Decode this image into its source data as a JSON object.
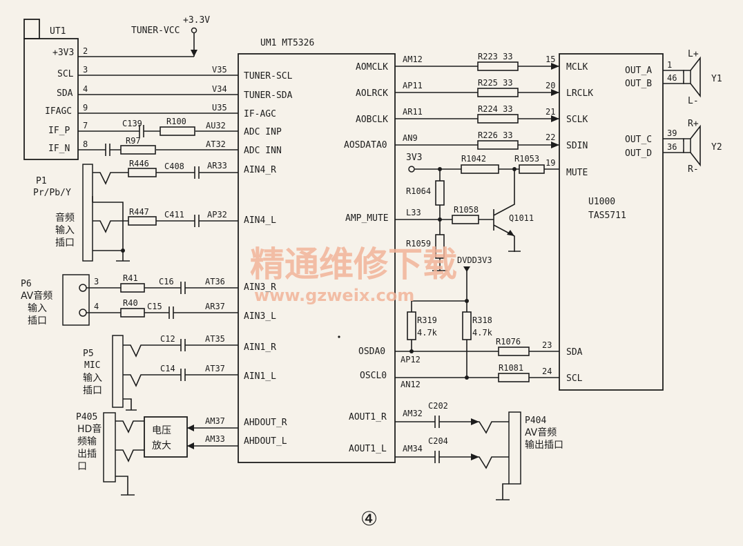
{
  "ut1": {
    "ref": "UT1",
    "supply": "TUNER-VCC",
    "supply_voltage": "+3.3V",
    "pins": [
      {
        "name": "+3V3",
        "num": "2"
      },
      {
        "name": "SCL",
        "num": "3",
        "ball": "V35"
      },
      {
        "name": "SDA",
        "num": "4",
        "ball": "V34"
      },
      {
        "name": "IFAGC",
        "num": "9",
        "ball": "U35"
      },
      {
        "name": "IF_P",
        "num": "7",
        "ball": "AU32"
      },
      {
        "name": "IF_N",
        "num": "8",
        "ball": "AT32"
      }
    ],
    "parts": [
      "C139",
      "R100",
      "R97"
    ]
  },
  "um1": {
    "title": "UM1 MT5326",
    "left_pins": [
      "TUNER-SCL",
      "TUNER-SDA",
      "IF-AGC",
      "ADC INP",
      "ADC INN",
      "AIN4_R",
      "AIN4_L",
      "AIN3_R",
      "AIN3_L",
      "AIN1_R",
      "AIN1_L",
      "AHDOUT_R",
      "AHDOUT_L"
    ],
    "right_pins": [
      "AOMCLK",
      "AOLRCK",
      "AOBCLK",
      "AOSDATA0",
      "AMP_MUTE",
      "OSDA0",
      "OSCL0",
      "AOUT1_R",
      "AOUT1_L"
    ],
    "right_balls": [
      "AM12",
      "AP11",
      "AR11",
      "AN9",
      "L33",
      "AP12",
      "AN12",
      "AM32",
      "AM34"
    ]
  },
  "inputs": {
    "p1": {
      "ref": "P1",
      "type": "Pr/Pb/Y",
      "desc": [
        "音频",
        "输入",
        "插口"
      ],
      "parts": [
        "R446",
        "C408",
        "R447",
        "C411"
      ],
      "balls": [
        "AR33",
        "AP32"
      ]
    },
    "p6": {
      "ref": "P6",
      "desc": [
        "AV音频",
        "输入",
        "插口"
      ],
      "pins": [
        "3",
        "4"
      ],
      "parts": [
        "R41",
        "C16",
        "R40",
        "C15"
      ],
      "balls": [
        "AT36",
        "AR37"
      ]
    },
    "p5": {
      "ref": "P5",
      "desc": [
        "MIC",
        "输入",
        "插口"
      ],
      "parts": [
        "C12",
        "C14"
      ],
      "balls": [
        "AT35",
        "AT37"
      ]
    },
    "p405": {
      "ref": "P405",
      "desc": [
        "HD音",
        "频输",
        "出插",
        "口"
      ],
      "amp": [
        "电压",
        "放大"
      ],
      "balls": [
        "AM37",
        "AM33"
      ]
    }
  },
  "amp": {
    "ref": "U1000",
    "model": "TAS5711",
    "pins": [
      {
        "name": "MCLK",
        "num": "15",
        "res": "R223 33"
      },
      {
        "name": "LRCLK",
        "num": "20",
        "res": "R225 33"
      },
      {
        "name": "SCLK",
        "num": "21",
        "res": "R224 33"
      },
      {
        "name": "SDIN",
        "num": "22",
        "res": "R226 33"
      },
      {
        "name": "MUTE",
        "num": "19"
      },
      {
        "name": "SDA",
        "num": "23",
        "res": "R1076"
      },
      {
        "name": "SCL",
        "num": "24",
        "res": "R1081"
      }
    ],
    "outputs": [
      {
        "name": "OUT_A",
        "num": "1"
      },
      {
        "name": "OUT_B",
        "num": "46"
      },
      {
        "name": "OUT_C",
        "num": "39"
      },
      {
        "name": "OUT_D",
        "num": "36"
      }
    ],
    "speakers": [
      {
        "ref": "Y1",
        "plus": "L+",
        "minus": "L-"
      },
      {
        "ref": "Y2",
        "plus": "R+",
        "minus": "R-"
      }
    ]
  },
  "mute_circuit": {
    "rail": "3V3",
    "parts": [
      "R1042",
      "R1053",
      "R1064",
      "R1058",
      "R1059"
    ],
    "transistor": "Q1011"
  },
  "pullups": {
    "rail": "DVDD3V3",
    "parts": [
      {
        "ref": "R319",
        "value": "4.7k"
      },
      {
        "ref": "R318",
        "value": "4.7k"
      }
    ]
  },
  "output_jack": {
    "ref": "P404",
    "desc": [
      "AV音频",
      "输出插口"
    ],
    "parts": [
      "C202",
      "C204"
    ]
  },
  "watermark": {
    "line1": "精通维修下载",
    "line2": "www.gzweix.com"
  },
  "figure_number": "④"
}
